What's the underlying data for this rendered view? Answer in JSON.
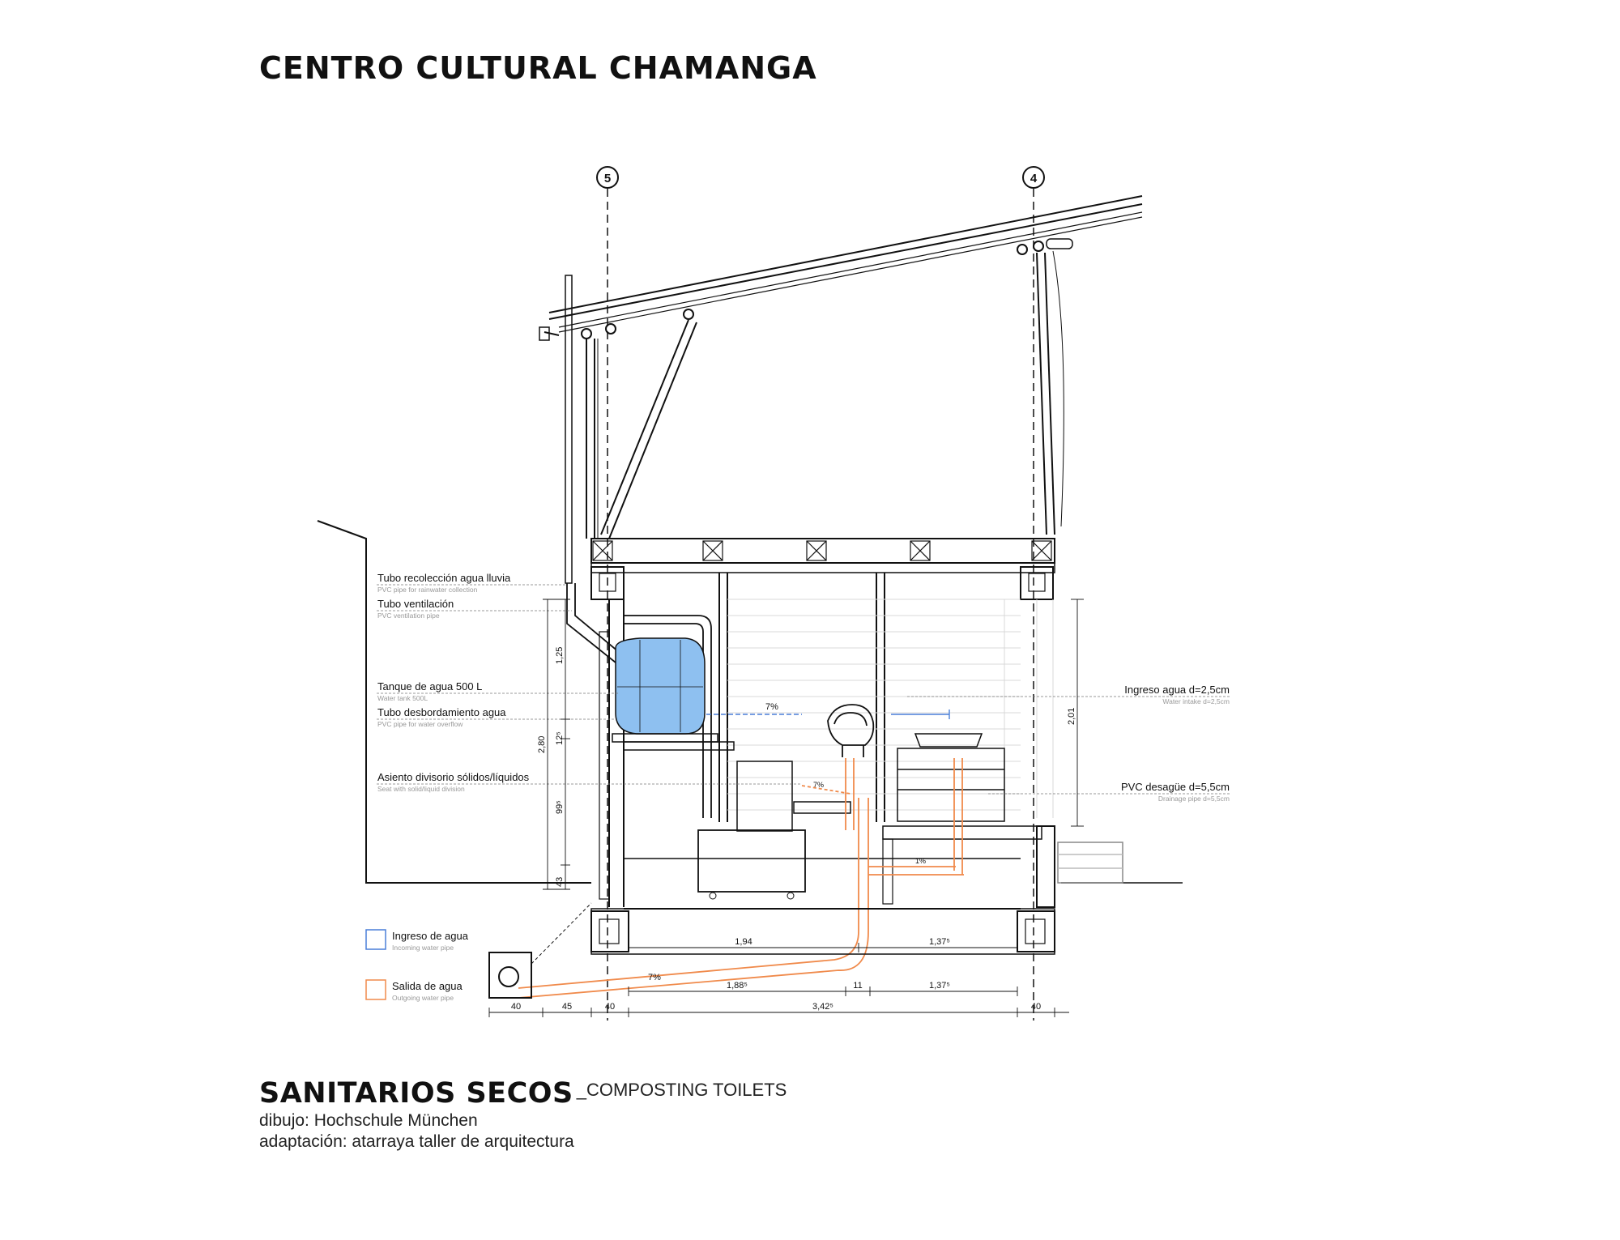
{
  "title": "CENTRO CULTURAL CHAMANGA",
  "axes": [
    "5",
    "4"
  ],
  "labels": {
    "rain_pipe": {
      "es": "Tubo recolección agua lluvia",
      "en": "PVC pipe for rainwater collection"
    },
    "vent_pipe": {
      "es": "Tubo ventilación",
      "en": "PVC ventilation pipe"
    },
    "water_tank": {
      "es": "Tanque de agua 500 L",
      "en": "Water tank 500L"
    },
    "overflow": {
      "es": "Tubo desbordamiento agua",
      "en": "PVC pipe for water overflow"
    },
    "seat": {
      "es": "Asiento divisorio sólidos/líquidos",
      "en": "Seat with solid/liquid division"
    },
    "intake": {
      "es": "Ingreso agua d=2,5cm",
      "en": "Water intake d=2,5cm"
    },
    "drain": {
      "es": "PVC desagüe d=5,5cm",
      "en": "Drainage pipe d=5,5cm"
    }
  },
  "legend": {
    "in": {
      "es": "Ingreso de agua",
      "en": "Incoming water pipe",
      "color": "#4a7fd8"
    },
    "out": {
      "es": "Salida de agua",
      "en": "Outgoing water pipe",
      "color": "#f08a4b"
    }
  },
  "slopes": {
    "blue": "7%",
    "orange_upper": "7%",
    "orange_right": "1%",
    "orange_bottom": "7%"
  },
  "dims": {
    "vertical_left": [
      "1,25",
      "2,80",
      "12⁵",
      "99⁵",
      "43"
    ],
    "vertical_right": "2,01",
    "row1": [
      "1,94",
      "1,37⁵"
    ],
    "row2": [
      "1,88⁵",
      "11",
      "1,37⁵"
    ],
    "row3": [
      "40",
      "45",
      "40",
      "3,42⁵",
      "40"
    ]
  },
  "footer": {
    "title": "SANITARIOS SECOS",
    "subtitle": "_COMPOSTING TOILETS",
    "drawing_credit": "dibujo: Hochschule München",
    "adaptation_credit": "adaptación: atarraya taller de arquitectura"
  }
}
